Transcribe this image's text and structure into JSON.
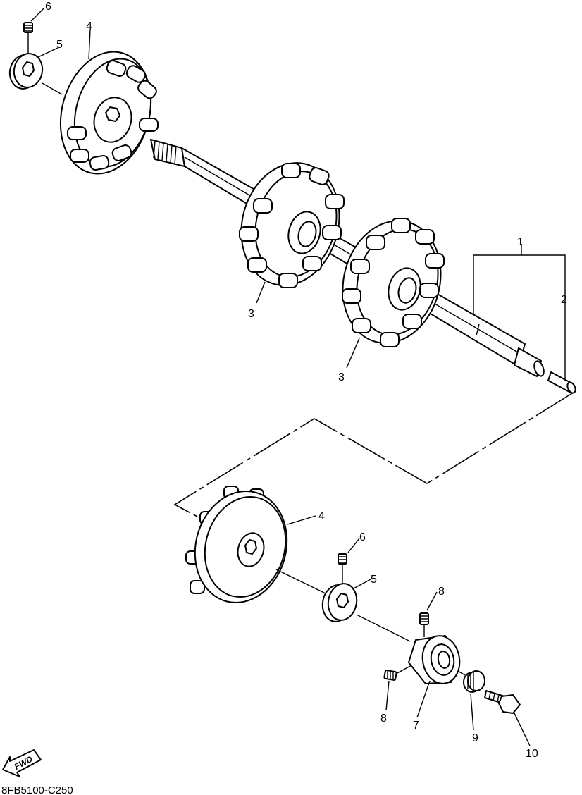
{
  "diagram": {
    "code": "8FB5100-C250",
    "fwd_label": "FWD",
    "callouts": [
      {
        "id": "c1",
        "label": "1"
      },
      {
        "id": "c2",
        "label": "2"
      },
      {
        "id": "c3a",
        "label": "3"
      },
      {
        "id": "c3b",
        "label": "3"
      },
      {
        "id": "c4a",
        "label": "4"
      },
      {
        "id": "c4b",
        "label": "4"
      },
      {
        "id": "c5a",
        "label": "5"
      },
      {
        "id": "c5b",
        "label": "5"
      },
      {
        "id": "c6a",
        "label": "6"
      },
      {
        "id": "c6b",
        "label": "6"
      },
      {
        "id": "c7",
        "label": "7"
      },
      {
        "id": "c8a",
        "label": "8"
      },
      {
        "id": "c8b",
        "label": "8"
      },
      {
        "id": "c9",
        "label": "9"
      },
      {
        "id": "c10",
        "label": "10"
      }
    ]
  }
}
